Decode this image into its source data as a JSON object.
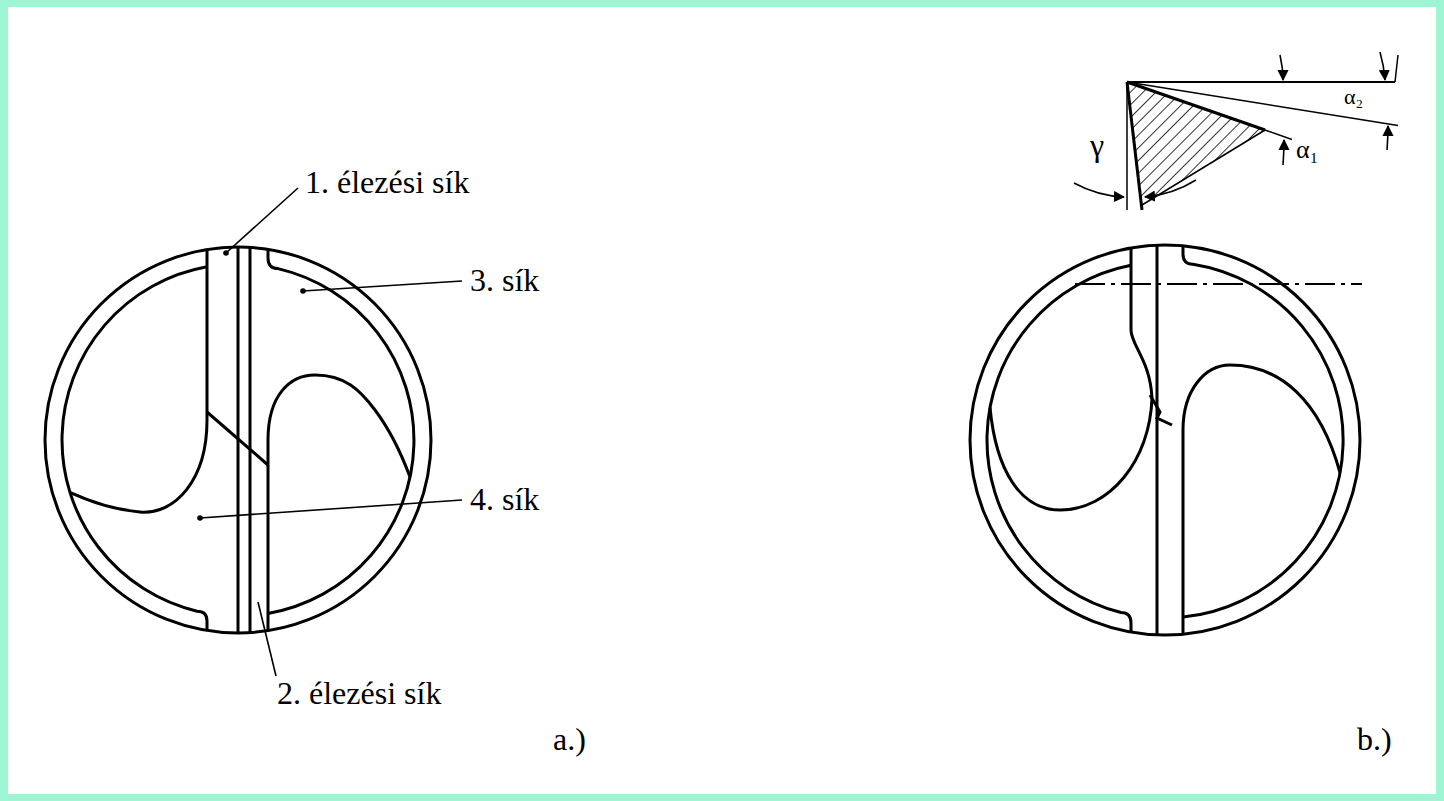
{
  "diagram": {
    "labels": [
      "1. élezési sík",
      "3. sík",
      "4. sík",
      "2. élezési sík",
      "a.)",
      "b.)",
      "γ",
      "α₁",
      "α₂"
    ]
  }
}
